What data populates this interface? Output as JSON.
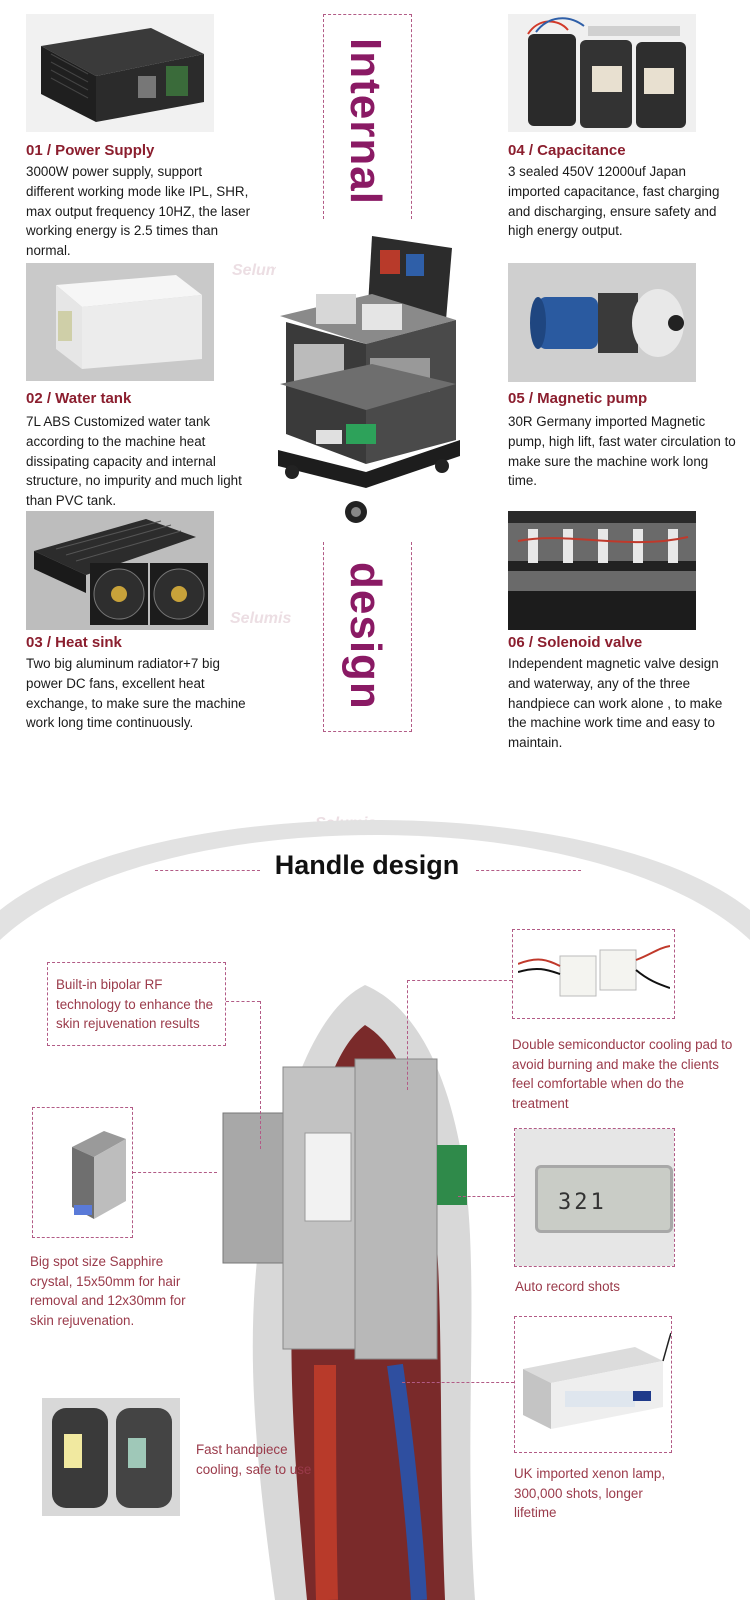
{
  "internal_design": {
    "title_top": "Internal",
    "title_bottom": "design",
    "items": [
      {
        "heading": "01 / Power Supply",
        "text": "3000W power supply, support different working mode like IPL, SHR, max output frequency 10HZ, the laser working energy is 2.5 times than normal."
      },
      {
        "heading": "02 / Water tank",
        "text": "7L ABS Customized water tank according to the machine heat dissipating capacity and internal structure, no impurity and much light than PVC tank."
      },
      {
        "heading": "03 / Heat sink",
        "text": "Two big aluminum radiator+7 big power DC fans, excellent heat exchange, to make sure the machine work long time continuously."
      },
      {
        "heading": "04 / Capacitance",
        "text": "3 sealed 450V 12000uf Japan imported capacitance, fast charging and discharging, ensure safety and high energy output."
      },
      {
        "heading": "05 / Magnetic pump",
        "text": "30R Germany imported Magnetic pump, high lift, fast water circulation to make sure the machine work long time."
      },
      {
        "heading": "06 / Solenoid valve",
        "text": "Independent magnetic valve design and waterway, any of the three handpiece can work alone , to make the machine work time and easy to maintain."
      }
    ]
  },
  "handle_design": {
    "title": "Handle design",
    "callouts": {
      "bipolar_rf": "Built-in bipolar RF technology to enhance the skin rejuvenation results",
      "sapphire": "Big spot size Sapphire crystal, 15x50mm for hair removal and 12x30mm for skin rejuvenation.",
      "cooling": "Fast handpiece cooling, safe to use",
      "semiconductor": "Double semiconductor cooling pad to avoid burning and make the clients feel comfortable when do the treatment",
      "record": "Auto record shots",
      "lamp": "UK imported xenon lamp, 300,000 shots, longer lifetime"
    },
    "counter_display": "321"
  },
  "watermark": "Selumis",
  "colors": {
    "heading": "#8b1e2e",
    "vertical_title": "#8a1a64",
    "dashed": "#b25b86",
    "callout_text": "#9a3a4a"
  }
}
